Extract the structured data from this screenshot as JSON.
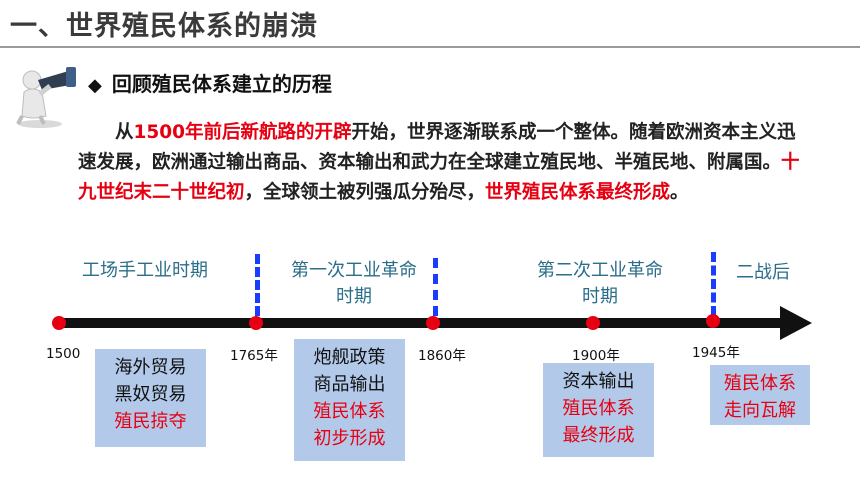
{
  "title": "一、世界殖民体系的崩溃",
  "subhead": "回顾殖民体系建立的历程",
  "paragraph": [
    {
      "text": "从",
      "red": false
    },
    {
      "text": "1500年前后新航路的开辟",
      "red": true
    },
    {
      "text": "开始，世界逐渐联系成一个整体。随着欧洲资本主义迅速发展，欧洲通过输出商品、资本输出和武力在全球建立殖民地、半殖民地、附属国。",
      "red": false
    },
    {
      "text": "十九世纪末二十世纪初",
      "red": true
    },
    {
      "text": "，全球领土被列强瓜分殆尽，",
      "red": false
    },
    {
      "text": "世界殖民体系最终形成",
      "red": true
    },
    {
      "text": "。",
      "red": false
    }
  ],
  "eras": {
    "era1": "工场手工业时期",
    "era2_line1": "第一次工业革命",
    "era2_line2": "时期",
    "era3_line1": "第二次工业革命",
    "era3_line2": "时期",
    "era4": "二战后"
  },
  "years": {
    "y1500": "1500",
    "y1765": "1765年",
    "y1860": "1860年",
    "y1900": "1900年",
    "y1945": "1945年"
  },
  "boxes": {
    "box1": {
      "line1": "海外贸易",
      "line2": "黑奴贸易",
      "line3": "殖民掠夺"
    },
    "box2": {
      "line1": "炮舰政策",
      "line2": "商品输出",
      "line3": "殖民体系",
      "line4": "初步形成"
    },
    "box3": {
      "line1": "资本输出",
      "line2": "殖民体系",
      "line3": "最终形成"
    },
    "box4": {
      "line1": "殖民体系",
      "line2": "走向瓦解"
    }
  },
  "colors": {
    "accent_red": "#e60012",
    "era_blue": "#2b6e89",
    "box_fill": "#b3c9ea",
    "dash_blue": "#1a3cff"
  }
}
